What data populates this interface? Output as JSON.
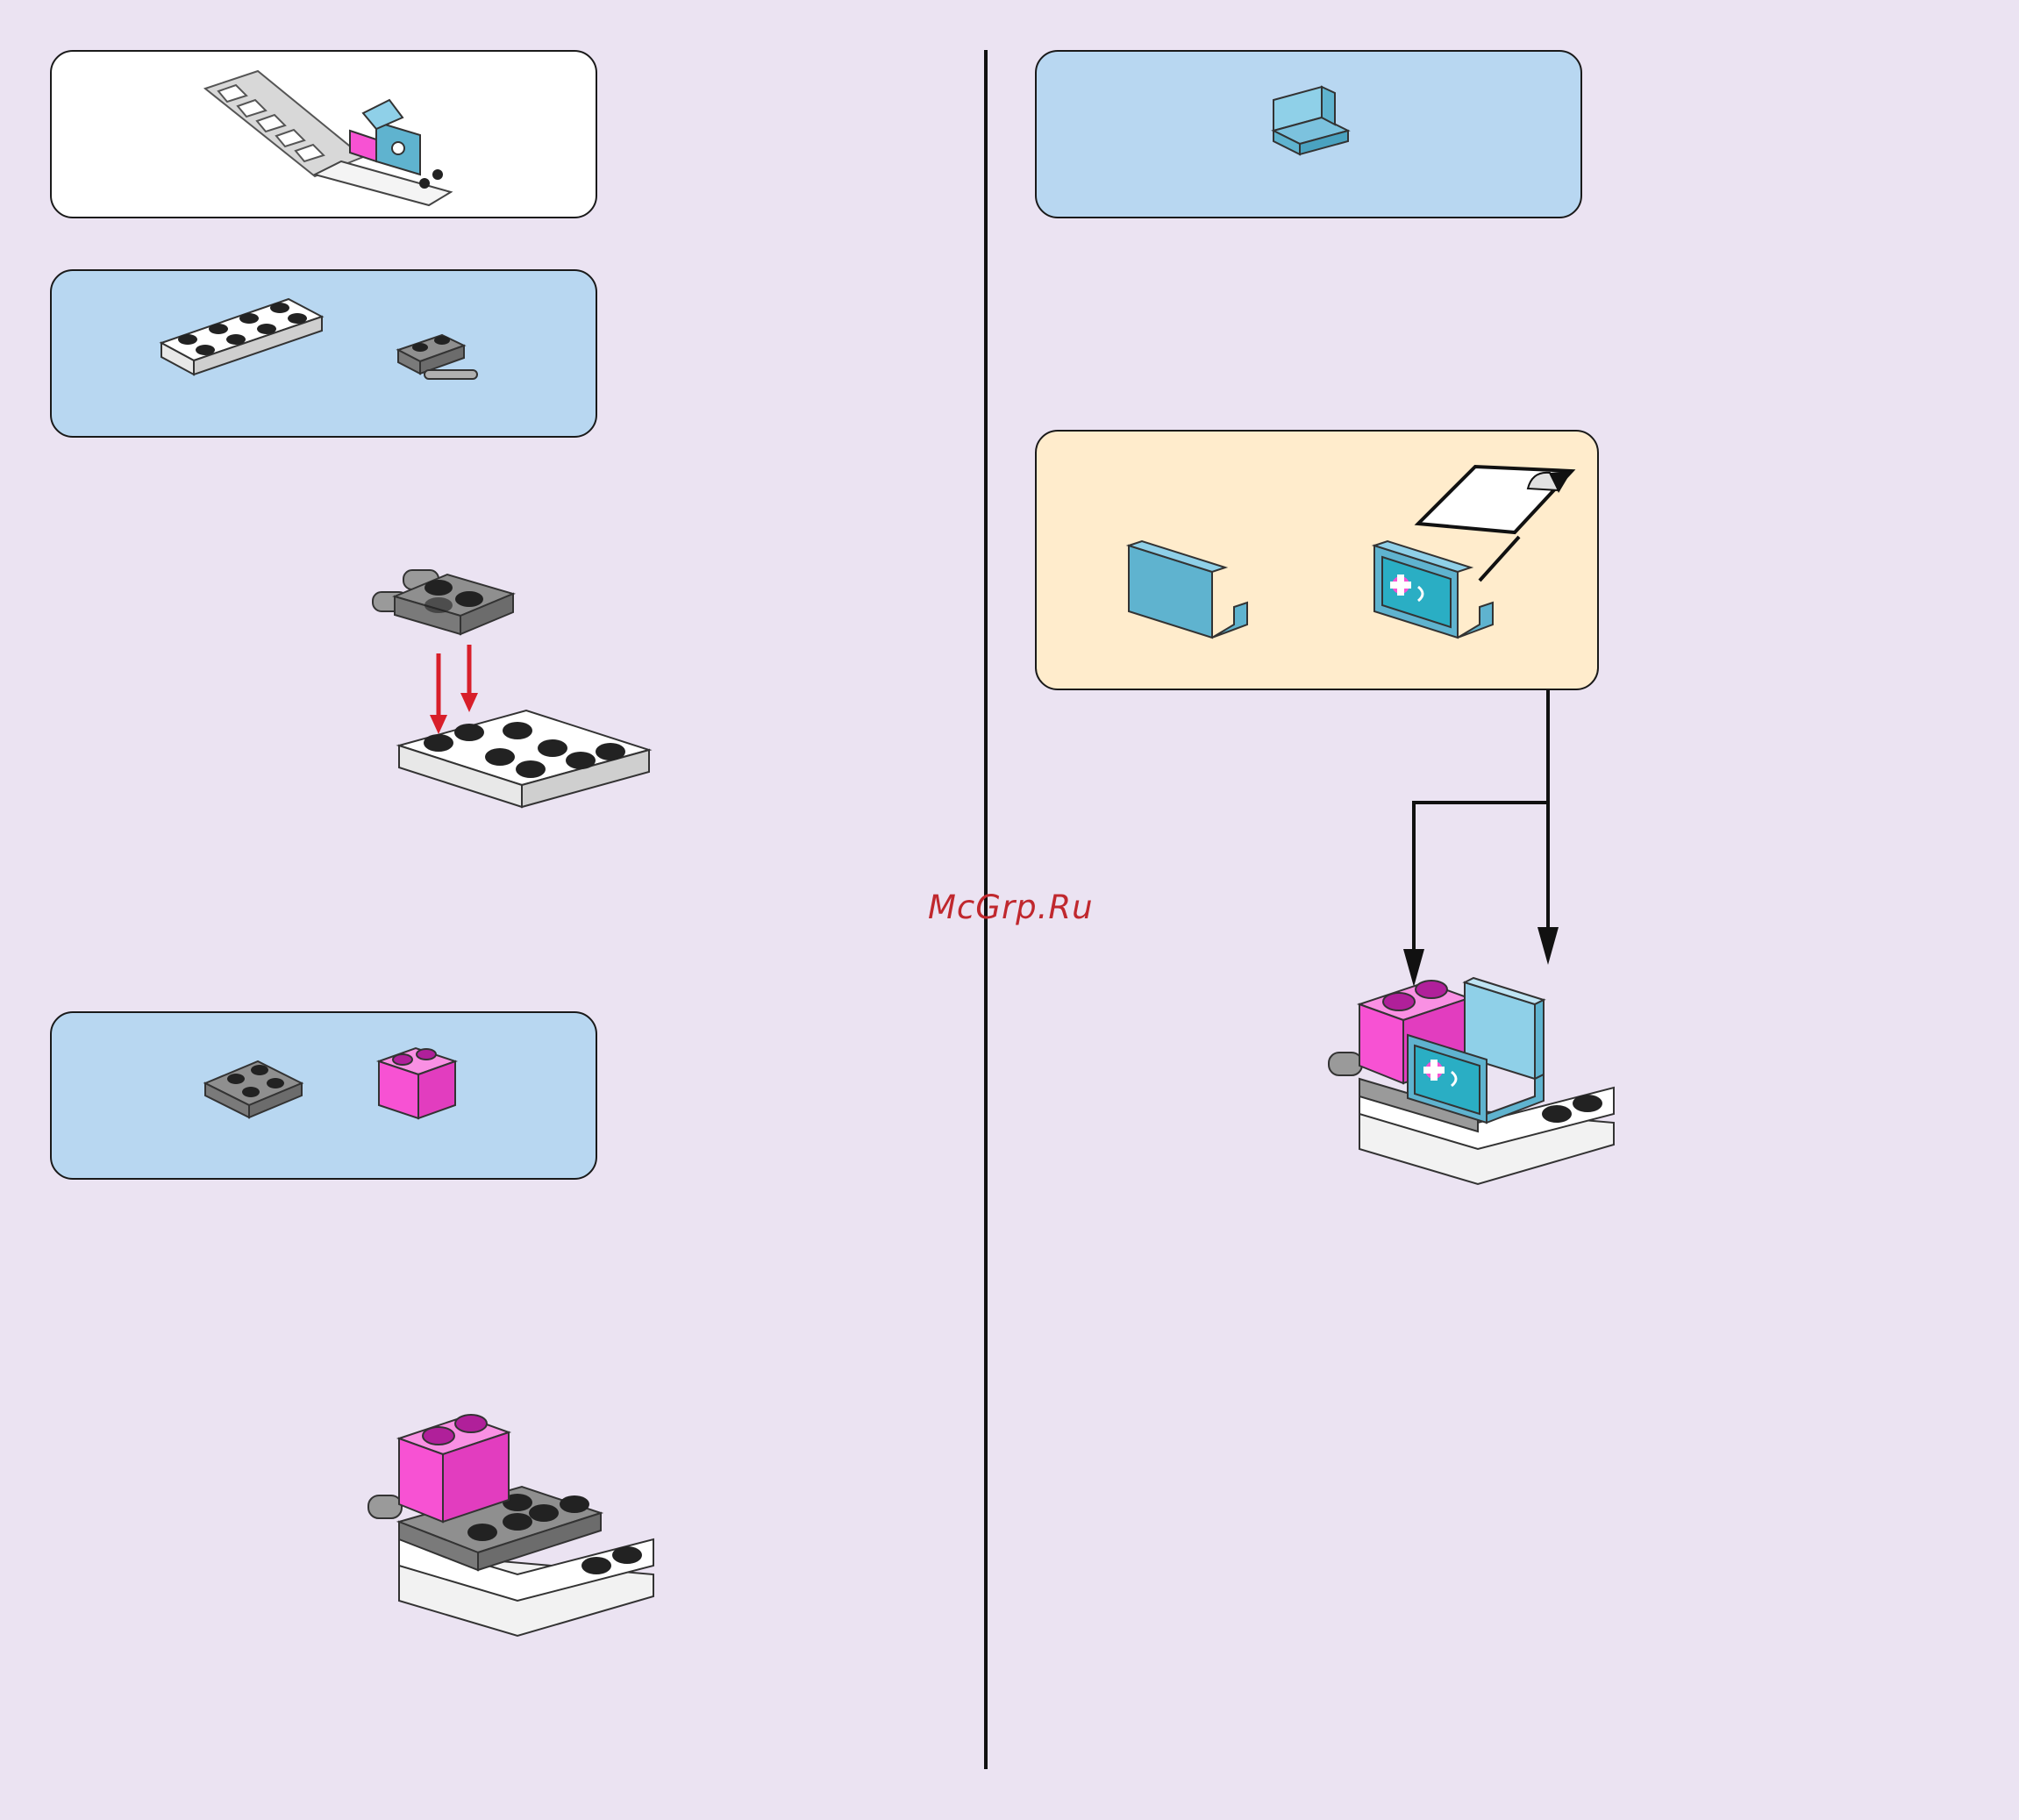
{
  "page": {
    "watermark": "McGrp.Ru",
    "colors": {
      "background": "#ebe3f2",
      "parts_panel": "#b8d7f1",
      "sticker_panel": "#ffeccc",
      "pink_brick": "#f752d3",
      "light_blue_part": "#5fb3cf",
      "dark_gray": "#8f8f8f",
      "white_plate": "#ffffff",
      "arrow_red": "#d81f2a"
    }
  },
  "left": {
    "overview_panel": {
      "icon": "vehicle-assembly-icon"
    },
    "step_a_parts": {
      "items": [
        "white-plate-2x4-icon",
        "gray-plate-with-clips-icon"
      ]
    },
    "step_a_build": {
      "icon": "attach-clip-plate-diagram"
    },
    "step_b_parts": {
      "items": [
        "gray-plate-2x2-icon",
        "pink-brick-1x2-icon"
      ]
    },
    "step_b_build": {
      "icon": "pink-brick-on-base-diagram"
    }
  },
  "right": {
    "step_c_parts": {
      "items": [
        "blue-panel-icon"
      ]
    },
    "sticker_panel": {
      "items": [
        "blue-panel-plain-icon",
        "blue-panel-with-sticker-icon",
        "sticker-sheet-icon"
      ]
    },
    "step_c_build": {
      "icon": "finished-stretcher-diagram"
    }
  }
}
